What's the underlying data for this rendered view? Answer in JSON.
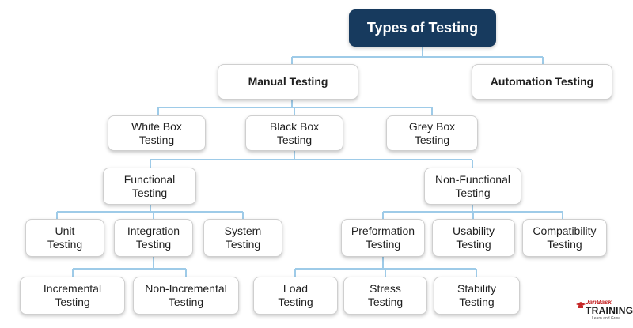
{
  "diagram": {
    "line_color": "#9ecbe8",
    "root_color": "#173a5e",
    "nodes": {
      "types_of_testing": "Types of Testing",
      "manual_testing": "Manual Testing",
      "automation_testing": "Automation Testing",
      "white_box": "White Box\nTesting",
      "black_box": "Black Box\nTesting",
      "grey_box": "Grey Box\nTesting",
      "functional": "Functional\nTesting",
      "non_functional": "Non-Functional\nTesting",
      "unit": "Unit\nTesting",
      "integration": "Integration\nTesting",
      "system": "System\nTesting",
      "preformation": "Preformation\nTesting",
      "usability": "Usability\nTesting",
      "compatibility": "Compatibility\nTesting",
      "incremental": "Incremental\nTesting",
      "non_incremental": "Non-Incremental\nTesting",
      "load": "Load\nTesting",
      "stress": "Stress\nTesting",
      "stability": "Stability\nTesting"
    }
  },
  "logo": {
    "brand": "JanBask",
    "word": "TRAINING",
    "tagline": "Learn and Grow",
    "accent_color": "#c62828"
  }
}
